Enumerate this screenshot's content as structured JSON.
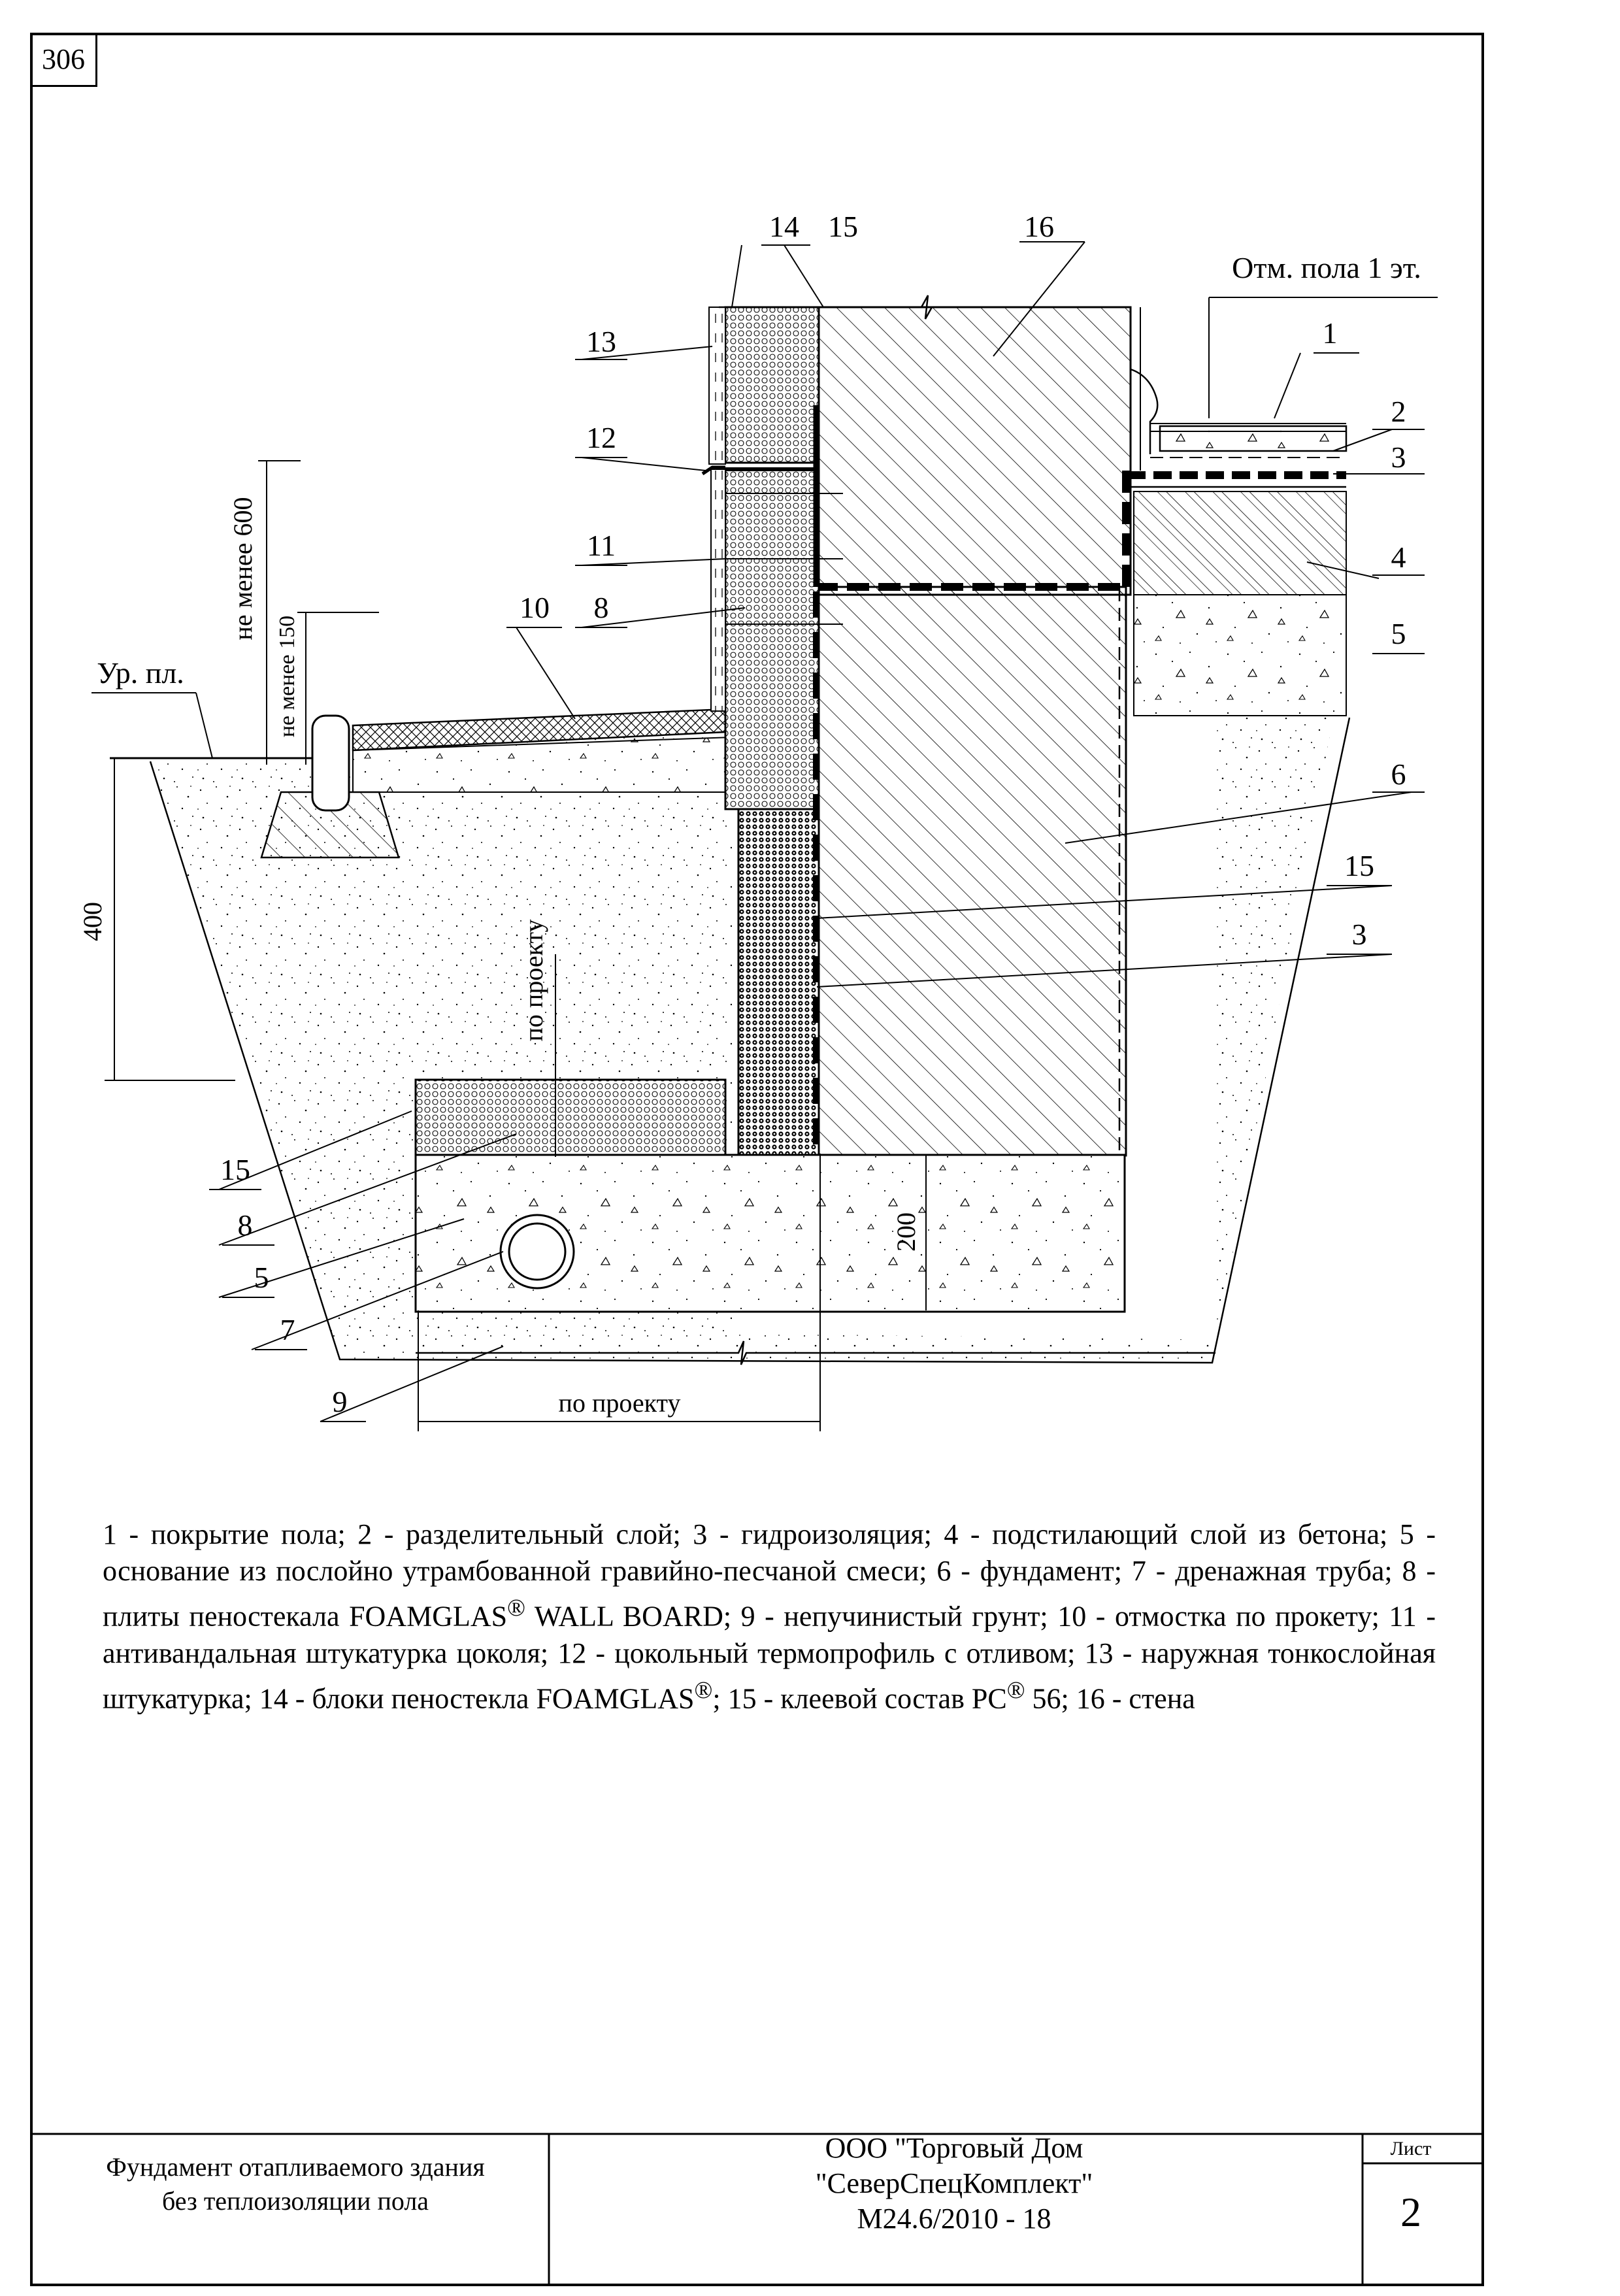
{
  "sheet_number": "306",
  "callouts": {
    "c1": "1",
    "c2": "2",
    "c3": "3",
    "c3b": "3",
    "c4": "4",
    "c5": "5",
    "c5b": "5",
    "c6": "6",
    "c7": "7",
    "c8": "8",
    "c8b": "8",
    "c9": "9",
    "c10": "10",
    "c11": "11",
    "c12": "12",
    "c13": "13",
    "c14": "14",
    "c15": "15",
    "c15b": "15",
    "c15c": "15",
    "c16": "16"
  },
  "labels": {
    "floor_level": "Отм. пола 1 эт.",
    "ground_level": "Ур. пл."
  },
  "dimensions": {
    "min600": "не менее 600",
    "min150": "не менее 150",
    "d400": "400",
    "d200": "200",
    "per_project_vertical": "по проекту",
    "per_project_horizontal": "по проекту"
  },
  "legend": {
    "text_a": "1 - покрытие пола; 2 - разделительный слой; 3 - гидроизоляция; 4 - подстилающий слой из бетона; 5 - основание из послойно утрамбованной гравийно-песчаной смеси; 6 - фундамент; 7 - дренажная труба; 8 - плиты пеностекала FOAMGLAS",
    "reg1": "®",
    "text_b": " WALL BOARD; 9 - непучинистый грунт; 10 - отмостка по прокету; 11 - антивандальная штукатурка цоколя; 12 - цокольный термопрофиль с отливом; 13 - наружная тонкослойная штукатурка; 14 - блоки пеностекла FOAMGLAS",
    "reg2": "®",
    "text_c": "; 15 - клеевой состав PC",
    "reg3": "®",
    "text_d": " 56; 16 - стена"
  },
  "title_block": {
    "title_line1": "Фундамент отапливаемого здания",
    "title_line2": "без теплоизоляции пола",
    "company_line1": "ООО \"Торговый Дом",
    "company_line2": "\"СеверСпецКомплект\"",
    "doc_code": "М24.6/2010 - 18",
    "sheet_label": "Лист",
    "sheet_no": "2"
  }
}
